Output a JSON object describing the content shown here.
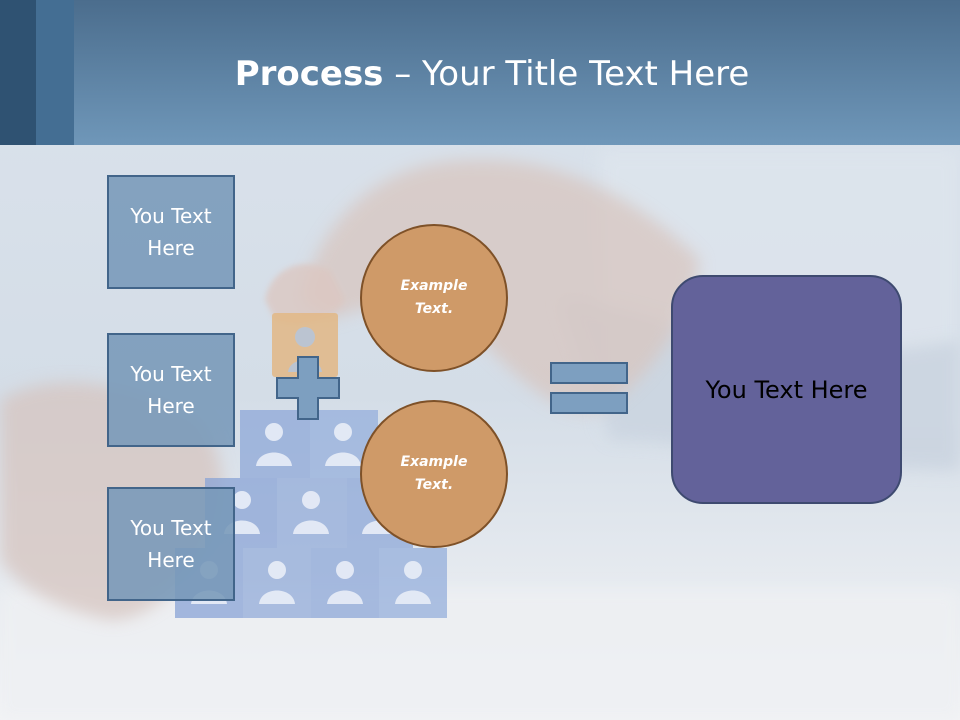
{
  "slide": {
    "title_bold": "Process",
    "title_rest": " – Your Title Text Here"
  },
  "inputs": [
    {
      "label": "You Text Here"
    },
    {
      "label": "You Text Here"
    },
    {
      "label": "You Text Here"
    }
  ],
  "operands": [
    {
      "label": "Example Text."
    },
    {
      "label": "Example Text."
    }
  ],
  "result": {
    "label": "You Text Here"
  },
  "operators": {
    "plus_icon": "plus-icon",
    "equals_icon": "equals-icon"
  },
  "colors": {
    "header": "#6f97b9",
    "textbox_fill": "#7899b8",
    "circle_fill": "#cf9a68",
    "result_fill": "#63629a",
    "operator_fill": "#7d9fc0"
  }
}
